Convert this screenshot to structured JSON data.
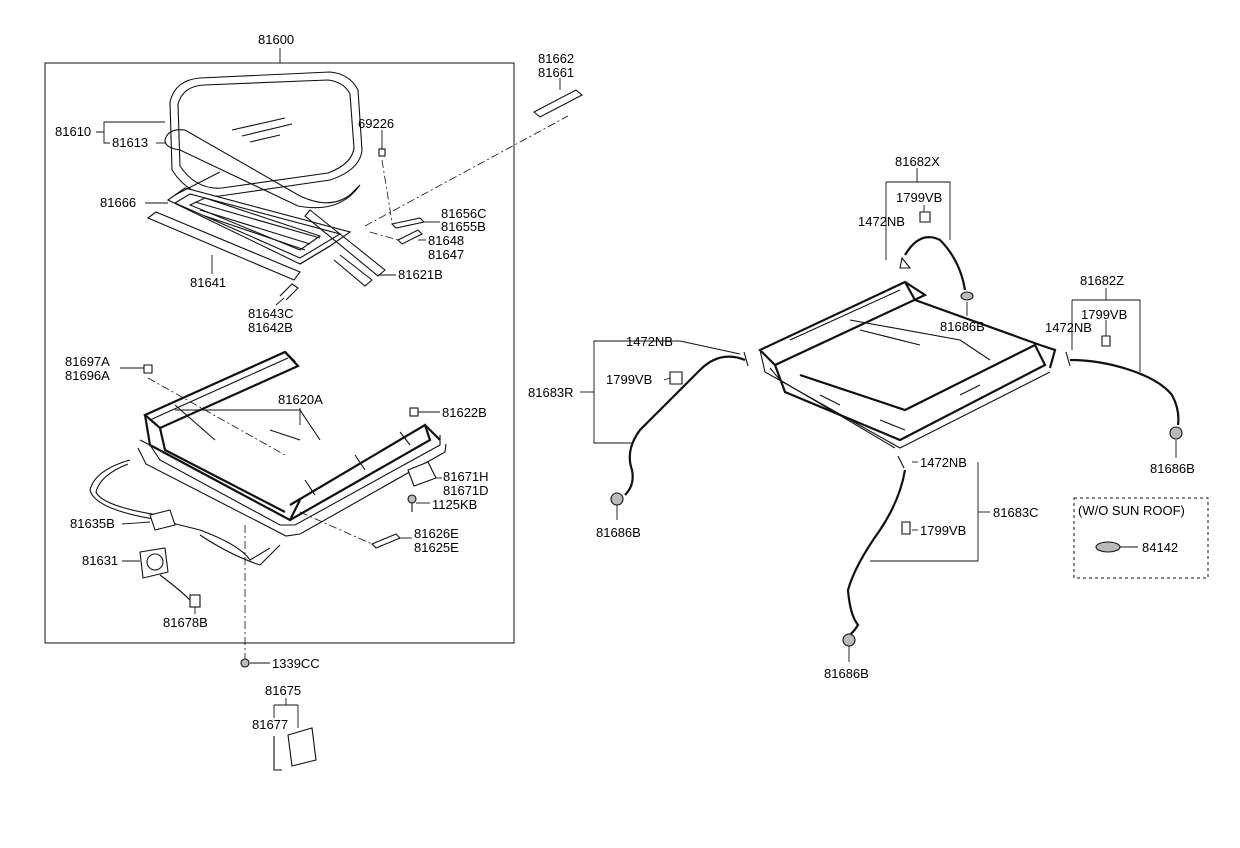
{
  "labels": {
    "p81600": "81600",
    "p81662": "81662",
    "p81661": "81661",
    "p81610": "81610",
    "p81613": "81613",
    "p69226": "69226",
    "p81666": "81666",
    "p81656C": "81656C",
    "p81655B": "81655B",
    "p81648": "81648",
    "p81647": "81647",
    "p81641": "81641",
    "p81621B": "81621B",
    "p81643C": "81643C",
    "p81642B": "81642B",
    "p81697A": "81697A",
    "p81696A": "81696A",
    "p81620A": "81620A",
    "p81622B": "81622B",
    "p81671H": "81671H",
    "p81671D": "81671D",
    "p1125KB": "1125KB",
    "p81635B": "81635B",
    "p81626E": "81626E",
    "p81625E": "81625E",
    "p81631": "81631",
    "p81678B": "81678B",
    "p1339CC": "1339CC",
    "p81675": "81675",
    "p81677": "81677",
    "p81682X": "81682X",
    "p1799VB_x": "1799VB",
    "p1472NB_x": "1472NB",
    "p81686B_x": "81686B",
    "p81682Z": "81682Z",
    "p1472NB_z": "1472NB",
    "p1799VB_z": "1799VB",
    "p81686B_z": "81686B",
    "p1472NB_r": "1472NB",
    "p81683R": "81683R",
    "p1799VB_r": "1799VB",
    "p81686B_r": "81686B",
    "p1472NB_c": "1472NB",
    "p81683C": "81683C",
    "p1799VB_c": "1799VB",
    "p81686B_c": "81686B",
    "wo_sunroof": "(W/O SUN ROOF)",
    "p84142": "84142"
  }
}
